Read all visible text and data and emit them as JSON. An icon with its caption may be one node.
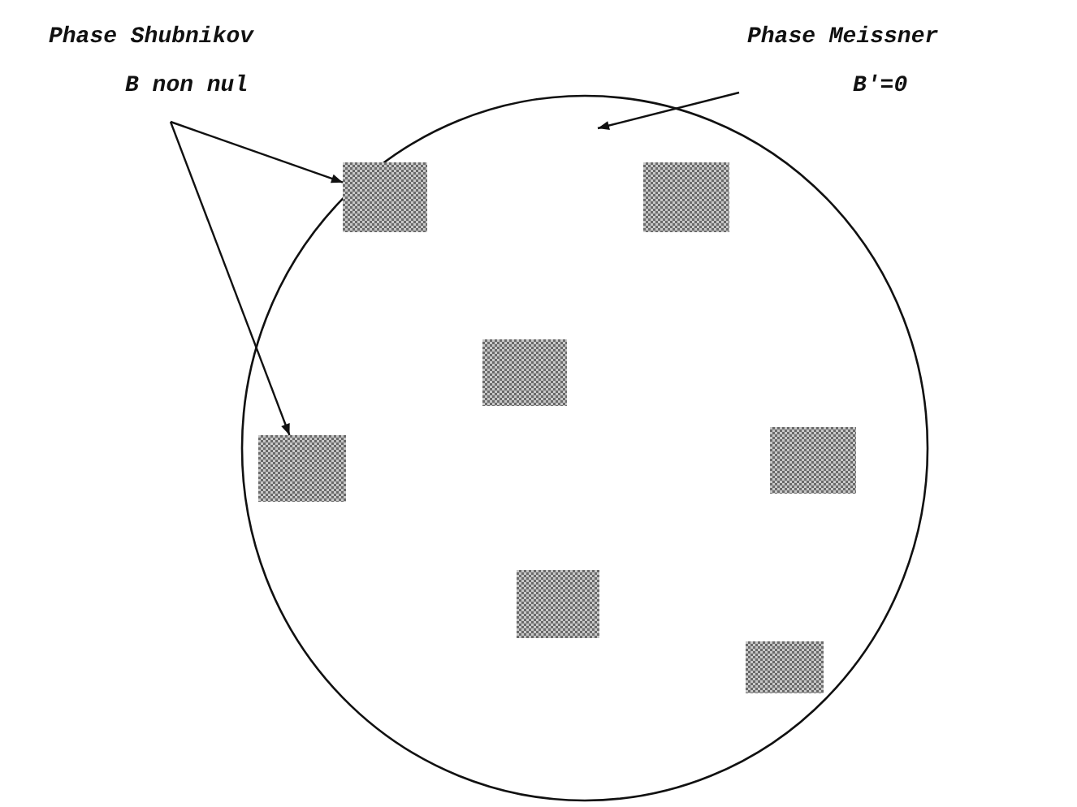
{
  "diagram": {
    "nodes": [
      {
        "text": [
          "Phase Shubnikov",
          "B non nul"
        ]
      },
      {
        "text": [
          "Phase Meissner",
          "B′=0"
        ]
      },
      {
        "text": [],
        "shape": "circle"
      },
      {
        "text": [],
        "shape": "box",
        "in": 2
      },
      {
        "text": [],
        "shape": "box",
        "in": 2
      },
      {
        "text": [],
        "shape": "box",
        "in": 2
      },
      {
        "text": [],
        "shape": "box",
        "in": 2
      },
      {
        "text": [],
        "shape": "box",
        "in": 2
      },
      {
        "text": [],
        "shape": "box",
        "in": 2
      },
      {
        "text": [],
        "shape": "box",
        "in": 2
      }
    ],
    "edges": [
      {
        "from": 0,
        "to": 3,
        "arrow": "to"
      },
      {
        "from": 0,
        "to": 6,
        "arrow": "to"
      },
      {
        "from": 1,
        "to": 2,
        "arrow": "to"
      }
    ]
  }
}
